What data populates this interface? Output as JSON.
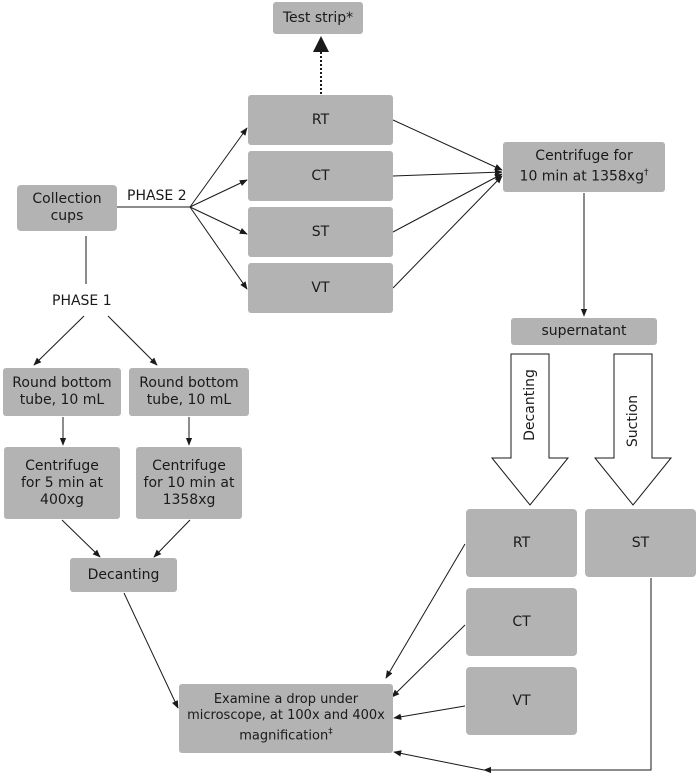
{
  "nodes": {
    "test_strip": "Test strip*",
    "rt_top": "RT",
    "ct_top": "CT",
    "st_top": "ST",
    "vt_top": "VT",
    "centrifuge_main": {
      "line1": "Centrifuge for",
      "line2": "10 min at 1358xg",
      "mark": "†"
    },
    "collection_cups": {
      "line1": "Collection",
      "line2": "cups"
    },
    "supernatant": "supernatant",
    "round_bottom_left": {
      "line1": "Round bottom",
      "line2": "tube, 10 mL"
    },
    "round_bottom_right": {
      "line1": "Round bottom",
      "line2": "tube, 10 mL"
    },
    "centrifuge_left": {
      "line1": "Centrifuge",
      "line2": "for 5 min at",
      "line3": "400xg"
    },
    "centrifuge_right": {
      "line1": "Centrifuge",
      "line2": "for 10 min at",
      "line3": "1358xg"
    },
    "decanting_box": "Decanting",
    "rt_bottom": "RT",
    "st_bottom": "ST",
    "ct_bottom": "CT",
    "vt_bottom": "VT",
    "examine": {
      "line1": "Examine a drop under",
      "line2": "microscope, at 100x and 400x",
      "line3": "magnification",
      "mark": "‡"
    }
  },
  "labels": {
    "phase1": "PHASE 1",
    "phase2": "PHASE 2",
    "decanting_arrow": "Decanting",
    "suction_arrow": "Suction"
  }
}
